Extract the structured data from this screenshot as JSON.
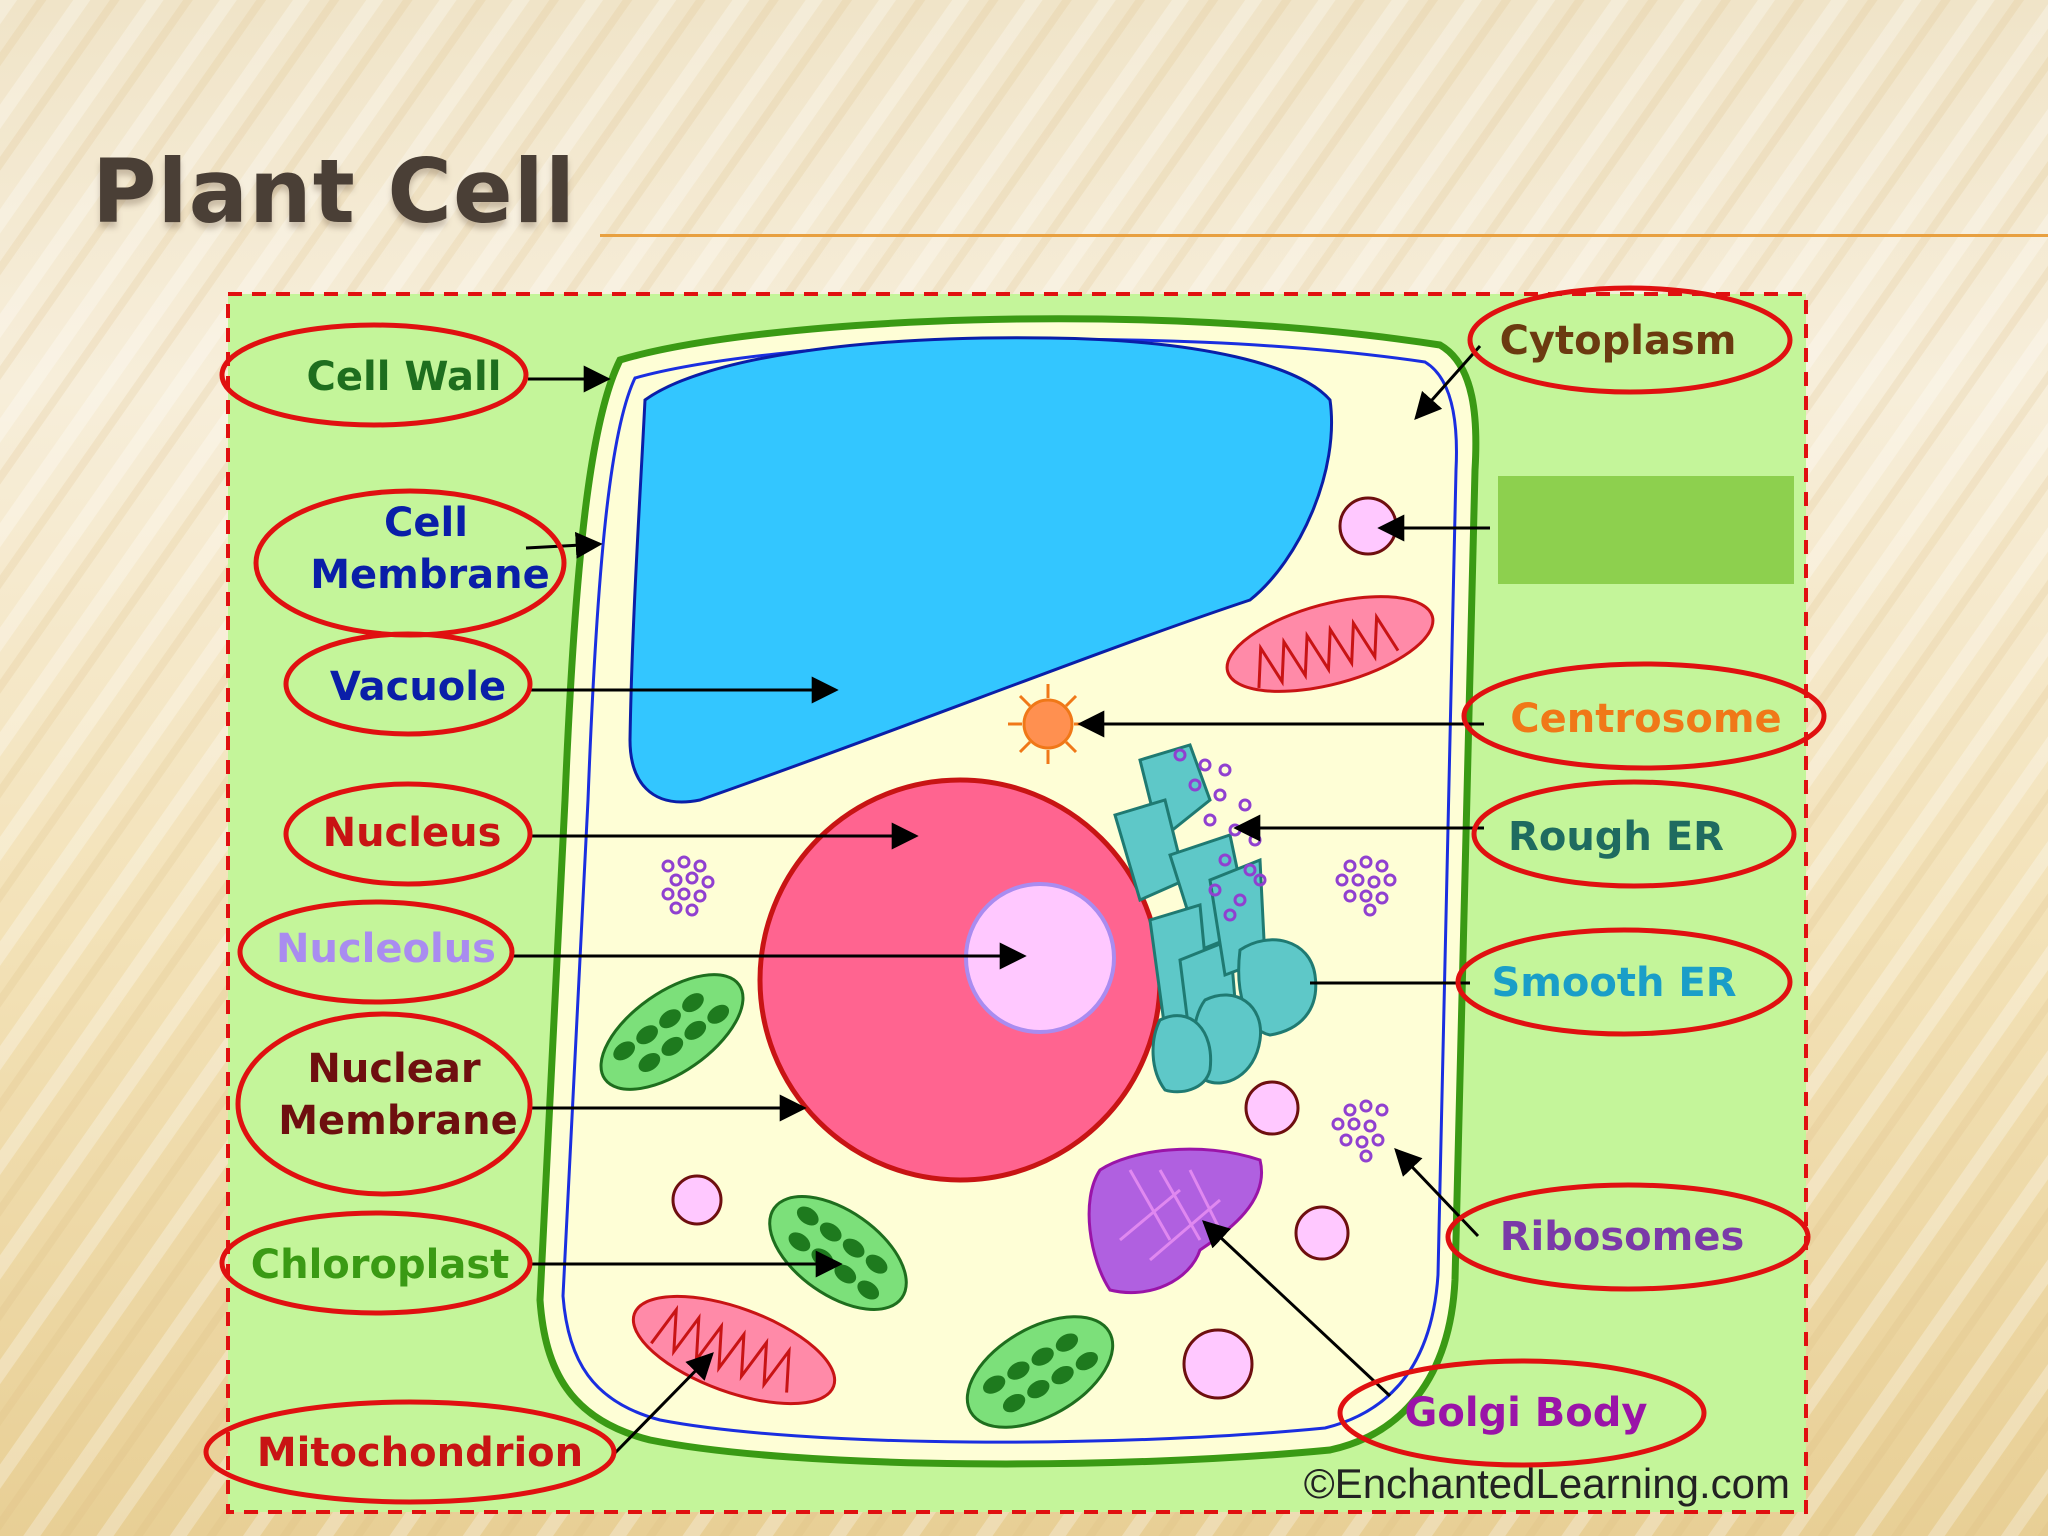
{
  "slide": {
    "title": "Plant Cell"
  },
  "diagram": {
    "labels": {
      "cell_wall": "Cell Wall",
      "cell_membrane_1": "Cell",
      "cell_membrane_2": "Membrane",
      "vacuole": "Vacuole",
      "nucleus": "Nucleus",
      "nucleolus": "Nucleolus",
      "nuclear_membrane_1": "Nuclear",
      "nuclear_membrane_2": "Membrane",
      "chloroplast": "Chloroplast",
      "mitochondrion": "Mitochondrion",
      "cytoplasm": "Cytoplasm",
      "centrosome": "Centrosome",
      "rough_er": "Rough ER",
      "smooth_er": "Smooth ER",
      "ribosomes": "Ribosomes",
      "golgi_body": "Golgi Body"
    },
    "credit": "©EnchantedLearning.com"
  },
  "colors": {
    "cell_wall": "#1e6e1e",
    "cell_membrane": "#0a1ea8",
    "vacuole": "#0a1ea8",
    "nucleus": "#c81414",
    "nucleolus": "#a98cf0",
    "nuclear_membrane": "#6e0f0f",
    "chloroplast": "#3a9a14",
    "mitochondrion": "#c81414",
    "cytoplasm": "#6b3a10",
    "centrosome": "#f07818",
    "rough_er": "#1f6b60",
    "smooth_er": "#1a9ec8",
    "ribosomes": "#7a3aa8",
    "golgi_body": "#9a14a8",
    "label_ring": "#e01010",
    "background_panel": "#c4f59a",
    "cytoplasm_fill": "#fefed6",
    "vacuole_fill": "#33c6ff",
    "nucleus_fill": "#ff6490"
  }
}
